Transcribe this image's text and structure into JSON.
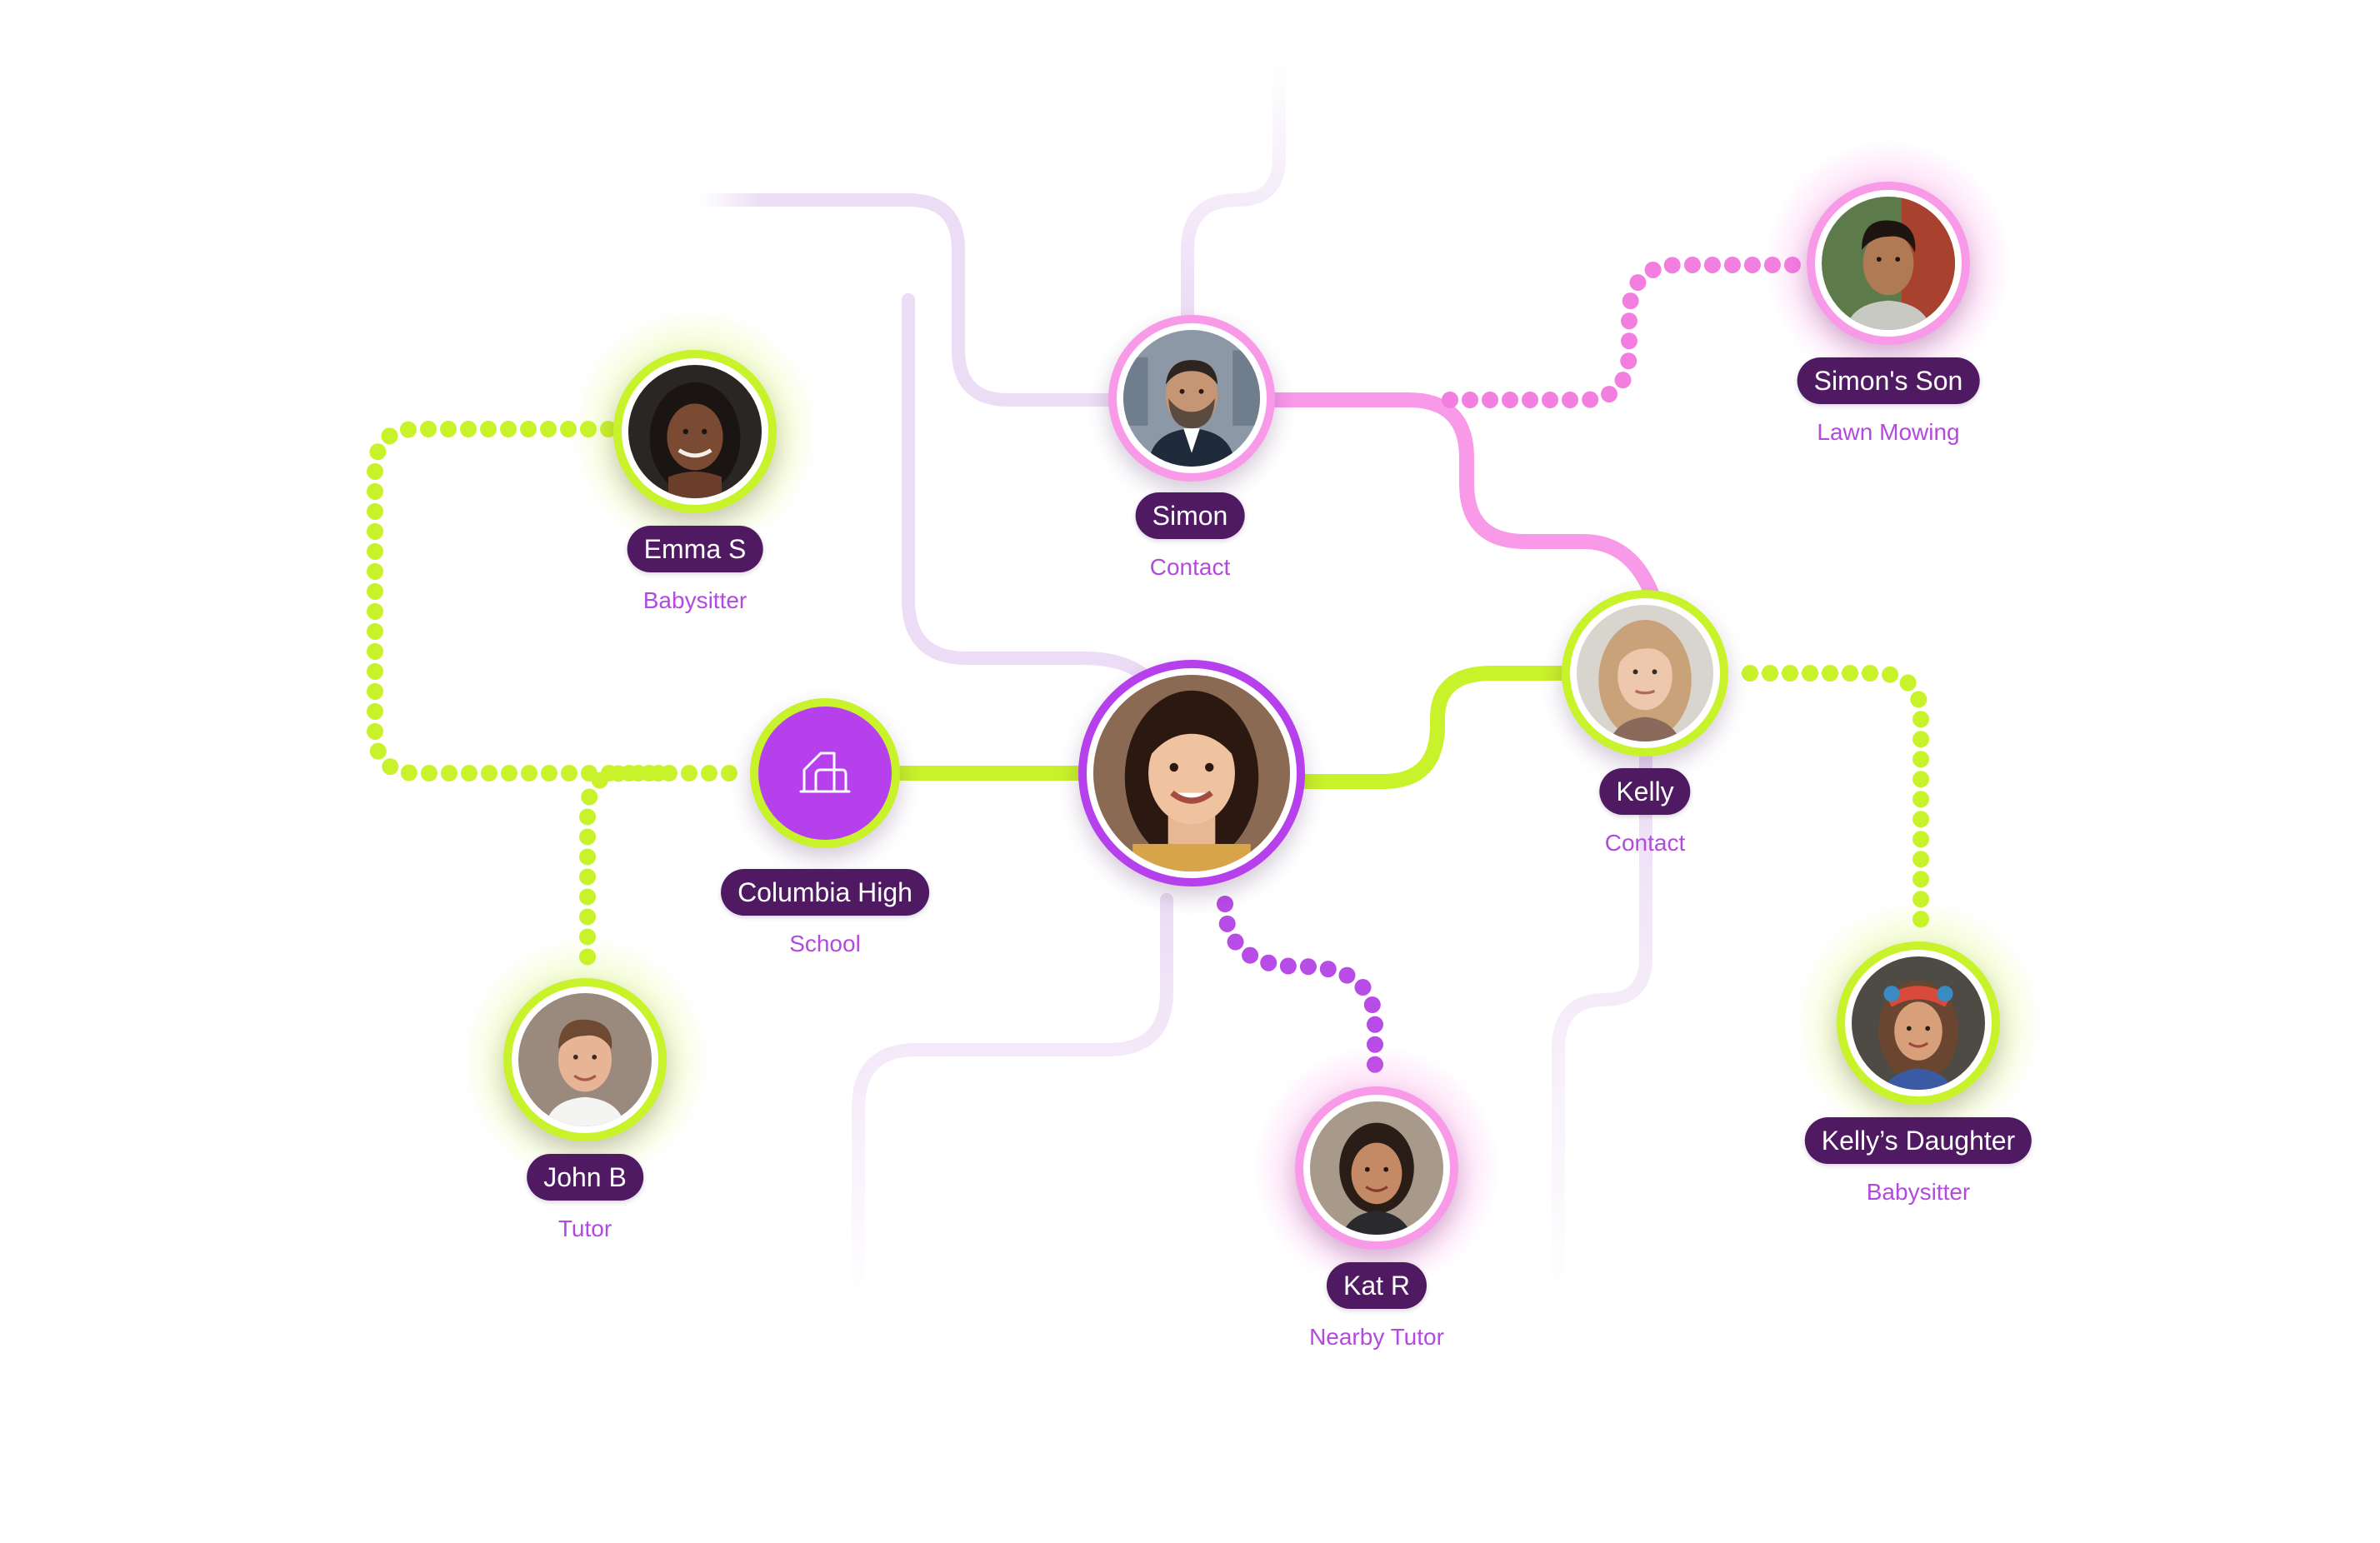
{
  "colors": {
    "lime": "#c8f22a",
    "pink": "#f99ae9",
    "pink_dot": "#f27fe0",
    "purple": "#b540ec",
    "purple_dot": "#b84ce6",
    "faint_track": "#ecdcf5",
    "pill_bg": "#4f1a62",
    "role_text": "#b24ae0"
  },
  "center": {
    "icon": "person-photo-center"
  },
  "nodes": [
    {
      "id": "simon",
      "name": "Simon",
      "role": "Contact",
      "ring": "pink",
      "glow": "none"
    },
    {
      "id": "simons-son",
      "name": "Simon's Son",
      "role": "Lawn Mowing",
      "ring": "pink",
      "glow": "pink"
    },
    {
      "id": "emma",
      "name": "Emma S",
      "role": "Babysitter",
      "ring": "lime",
      "glow": "lime"
    },
    {
      "id": "school",
      "name": "Columbia High",
      "role": "School",
      "ring": "lime",
      "glow": "none",
      "icon": "building-icon"
    },
    {
      "id": "kelly",
      "name": "Kelly",
      "role": "Contact",
      "ring": "lime",
      "glow": "none"
    },
    {
      "id": "john",
      "name": "John B",
      "role": "Tutor",
      "ring": "lime",
      "glow": "lime"
    },
    {
      "id": "kat",
      "name": "Kat R",
      "role": "Nearby Tutor",
      "ring": "pink",
      "glow": "pink"
    },
    {
      "id": "kellys-daughter",
      "name": "Kelly’s Daughter",
      "role": "Babysitter",
      "ring": "lime",
      "glow": "lime"
    }
  ]
}
